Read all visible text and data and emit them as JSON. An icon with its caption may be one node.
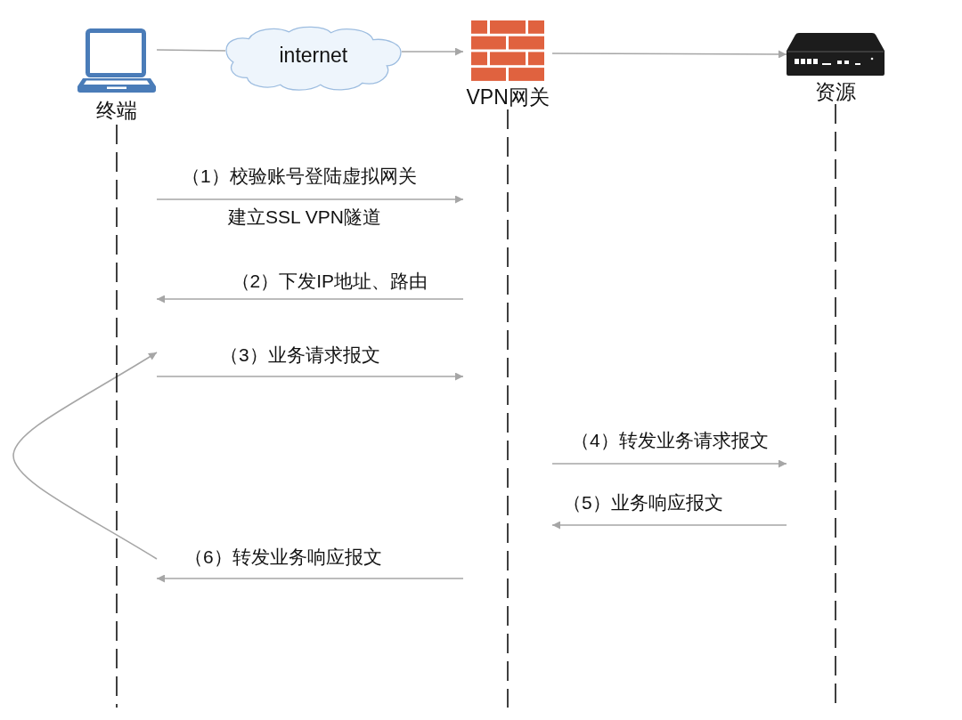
{
  "diagram": {
    "nodes": [
      {
        "text": [
          "终端"
        ]
      },
      {
        "text": [
          "internet"
        ]
      },
      {
        "text": [
          "VPN网关"
        ]
      },
      {
        "text": [
          "资源"
        ]
      }
    ],
    "edges": [
      {
        "from": 0,
        "to": 1,
        "arrow": "none"
      },
      {
        "from": 1,
        "to": 2,
        "arrow": "to"
      },
      {
        "from": 2,
        "to": 3,
        "arrow": "to"
      },
      {
        "from": 0,
        "to": 2,
        "arrow": "to",
        "label": "（1）校验账号登陆虚拟网关"
      },
      {
        "from": 2,
        "to": 0,
        "arrow": "to",
        "label": "（2）下发IP地址、路由"
      },
      {
        "from": 0,
        "to": 2,
        "arrow": "to",
        "label": "（3）业务请求报文"
      },
      {
        "from": 2,
        "to": 3,
        "arrow": "to",
        "label": "（4）转发业务请求报文"
      },
      {
        "from": 3,
        "to": 2,
        "arrow": "to",
        "label": "（5）业务响应报文"
      },
      {
        "from": 2,
        "to": 0,
        "arrow": "to",
        "label": "（6）转发业务响应报文"
      },
      {
        "from": 0,
        "to": 0,
        "arrow": "to"
      }
    ],
    "labels": [
      "建立SSL VPN隧道"
    ]
  }
}
